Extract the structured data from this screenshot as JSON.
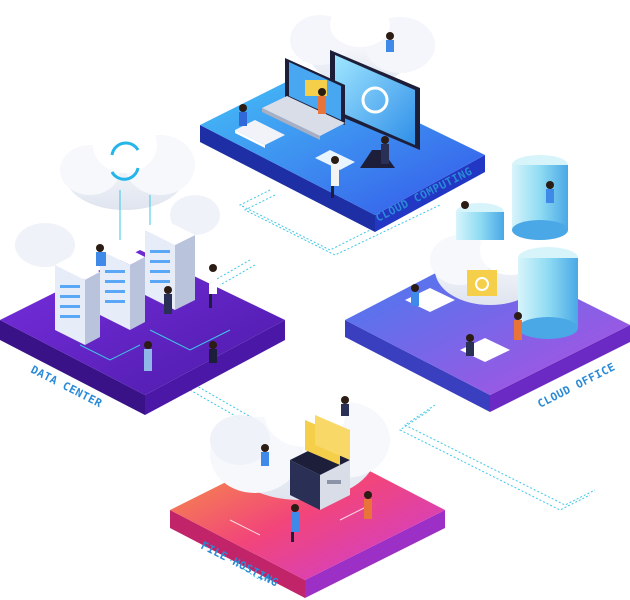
{
  "platforms": {
    "cloud_computing": {
      "label": "CLOUD COMPUTING",
      "accent": "#3d73f0"
    },
    "data_center": {
      "label": "DATA CENTER",
      "accent": "#6a2bd1"
    },
    "cloud_office": {
      "label": "CLOUD OFFICE",
      "accent": "#5a66ea"
    },
    "file_hosting": {
      "label": "FILE HOSTING",
      "accent": "#f0447a"
    }
  },
  "colors": {
    "connector": "#3fc7e6",
    "cloud": "#eef1f8",
    "server_light": "#e9f0fb",
    "server_blue": "#5aa8f5",
    "folder": "#f6cf4a",
    "cylinder": "#8ee0f5"
  }
}
